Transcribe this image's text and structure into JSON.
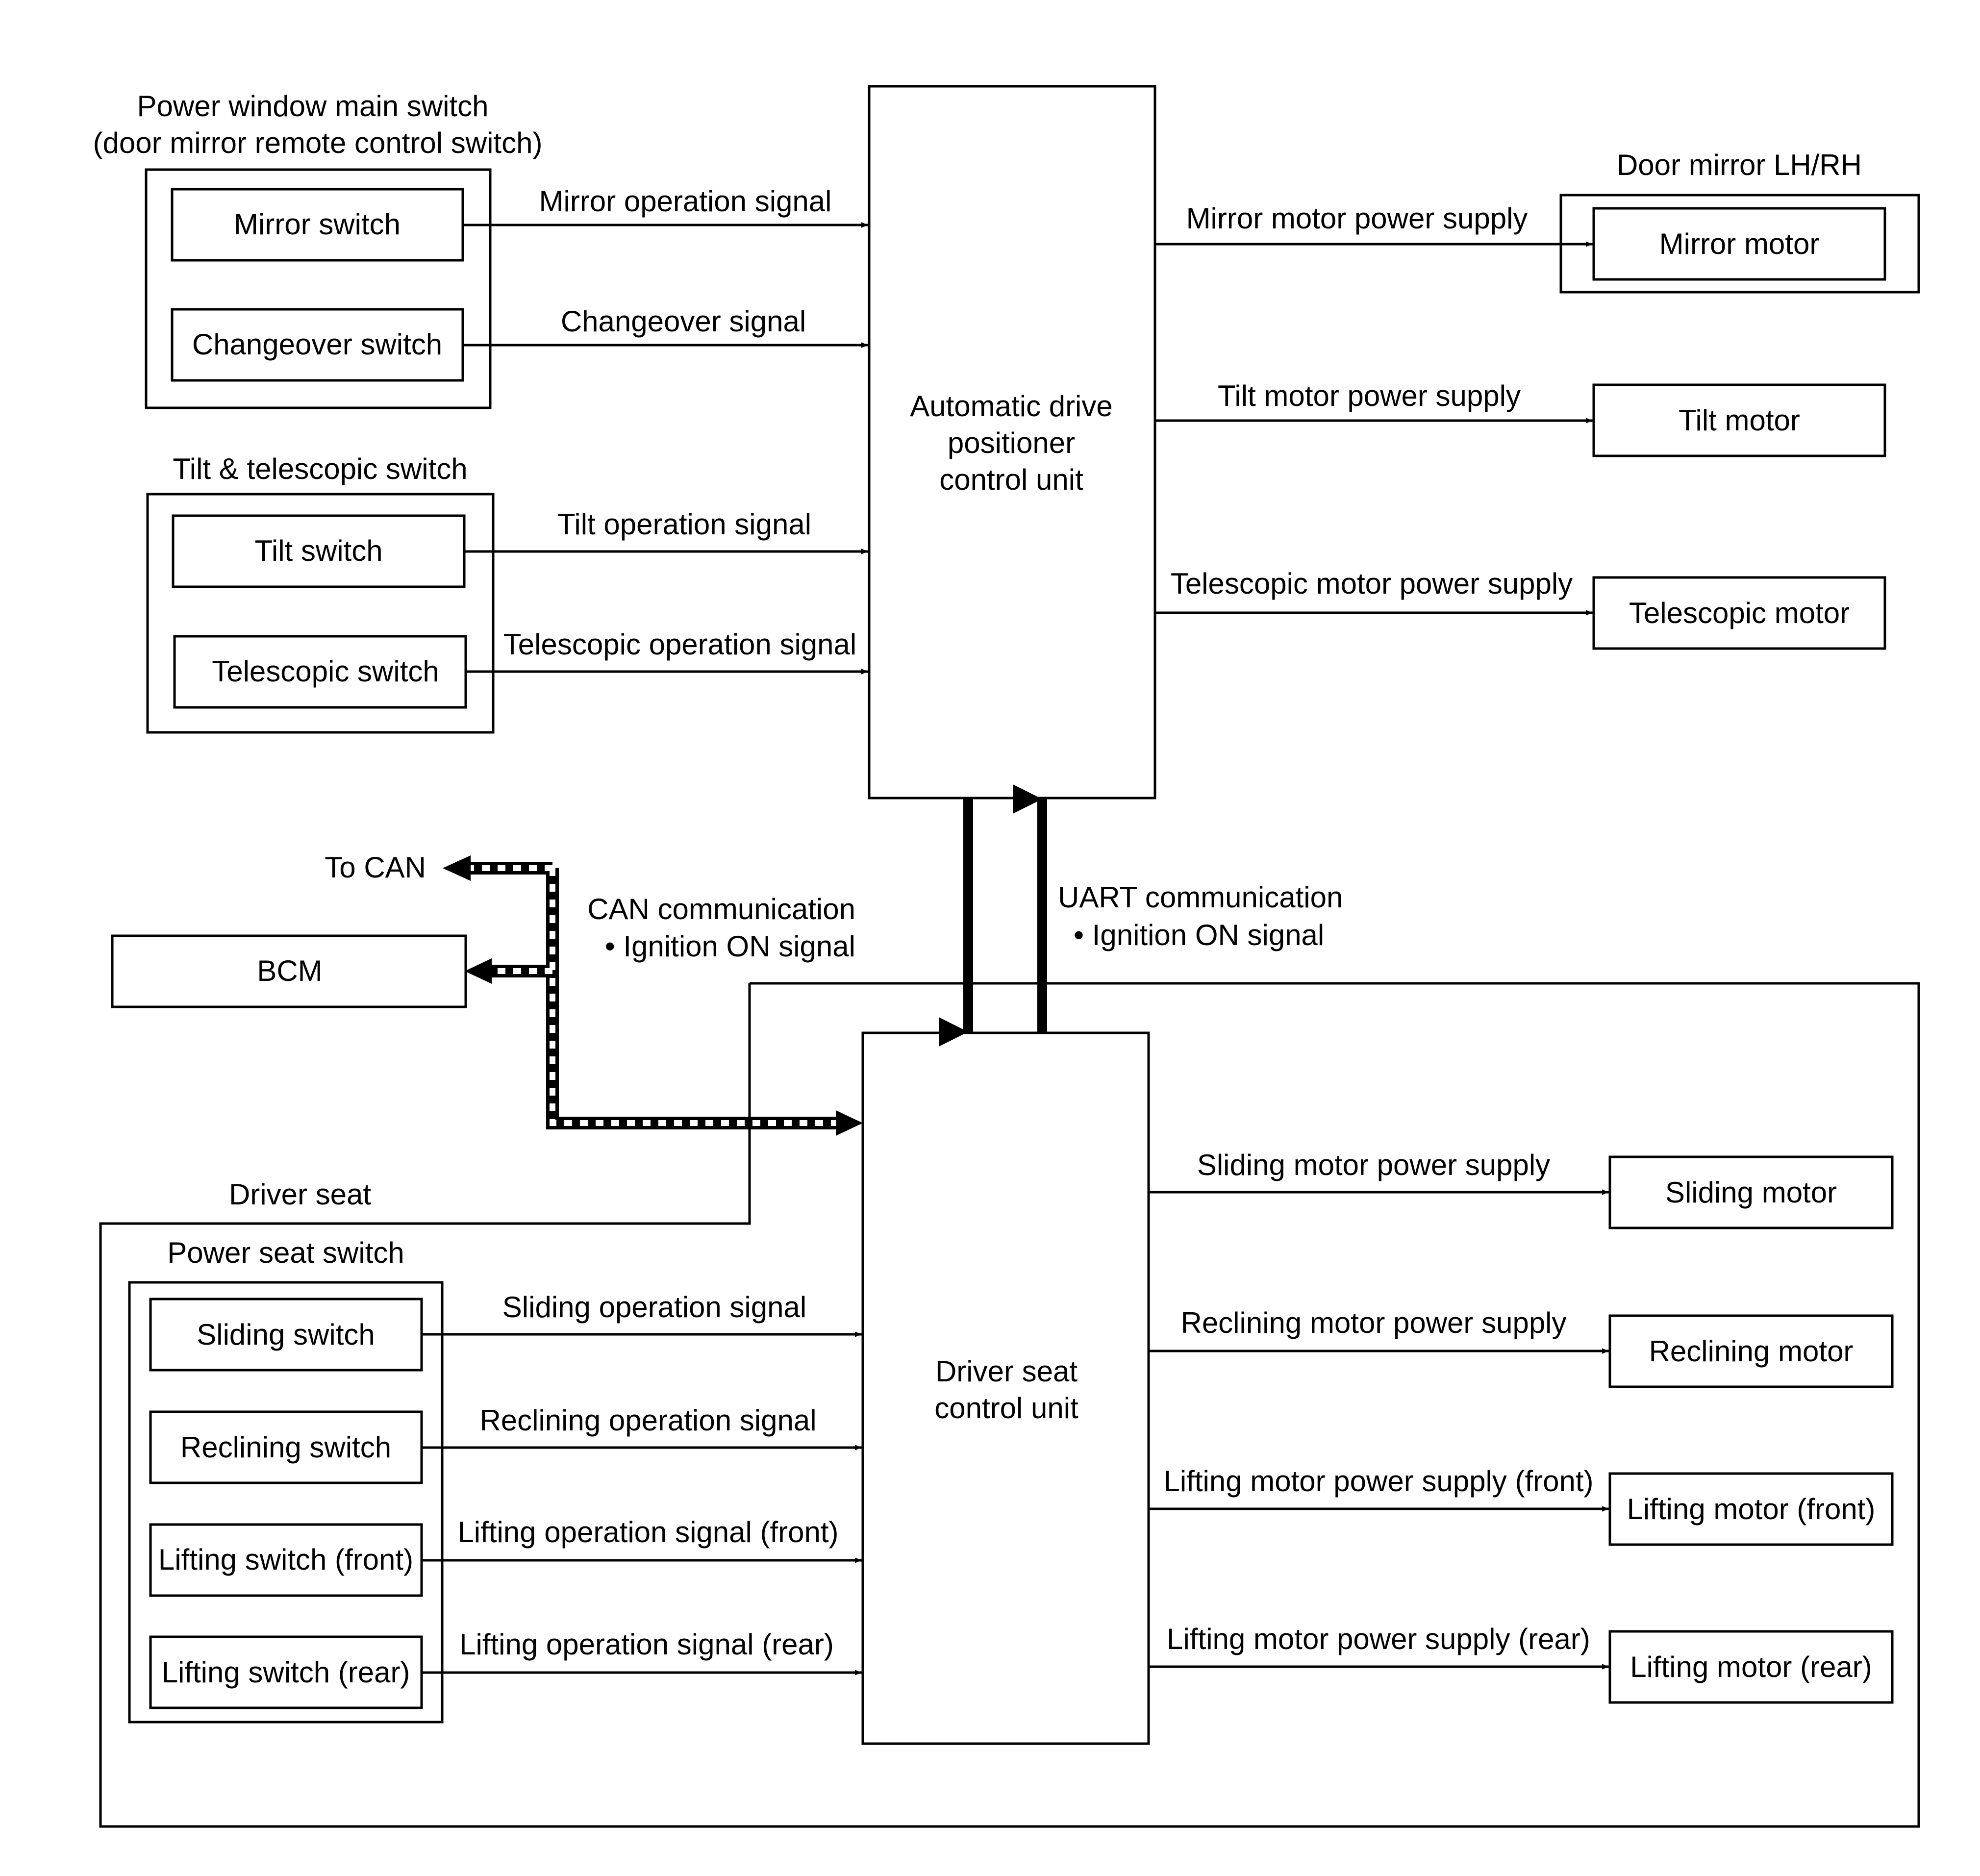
{
  "groups": {
    "power_window_title_1": "Power window main switch",
    "power_window_title_2": "(door mirror remote control switch)",
    "tilt_tele_title": "Tilt & telescopic switch",
    "door_mirror_title": "Door mirror LH/RH",
    "driver_seat_title": "Driver seat",
    "power_seat_title": "Power seat switch"
  },
  "boxes": {
    "mirror_switch": "Mirror switch",
    "changeover_switch": "Changeover switch",
    "tilt_switch": "Tilt switch",
    "telescopic_switch": "Telescopic switch",
    "adp_line1": "Automatic drive",
    "adp_line2": "positioner",
    "adp_line3": "control unit",
    "mirror_motor": "Mirror motor",
    "tilt_motor": "Tilt motor",
    "telescopic_motor": "Telescopic motor",
    "bcm": "BCM",
    "seat_unit_line1": "Driver seat",
    "seat_unit_line2": "control unit",
    "sliding_switch": "Sliding switch",
    "reclining_switch": "Reclining switch",
    "lifting_switch_front": "Lifting switch (front)",
    "lifting_switch_rear": "Lifting switch (rear)",
    "sliding_motor": "Sliding motor",
    "reclining_motor": "Reclining motor",
    "lifting_motor_front": "Lifting motor (front)",
    "lifting_motor_rear": "Lifting motor (rear)"
  },
  "signals": {
    "mirror_op": "Mirror operation signal",
    "changeover": "Changeover signal",
    "tilt_op": "Tilt operation signal",
    "telescopic_op": "Telescopic operation signal",
    "mirror_motor_ps": "Mirror motor power supply",
    "tilt_motor_ps": "Tilt motor power supply",
    "telescopic_motor_ps": "Telescopic motor power supply",
    "sliding_op": "Sliding operation signal",
    "reclining_op": "Reclining operation signal",
    "lifting_op_front": "Lifting operation signal (front)",
    "lifting_op_rear": "Lifting operation signal (rear)",
    "sliding_motor_ps": "Sliding motor power supply",
    "reclining_motor_ps": "Reclining motor power supply",
    "lifting_motor_front_ps": "Lifting motor power supply (front)",
    "lifting_motor_rear_ps": "Lifting motor power supply (rear)"
  },
  "communication": {
    "to_can": "To CAN",
    "can_comm": "CAN communication",
    "can_ignition": "• Ignition ON signal",
    "uart_comm": "UART communication",
    "uart_ignition": "• Ignition ON signal"
  }
}
